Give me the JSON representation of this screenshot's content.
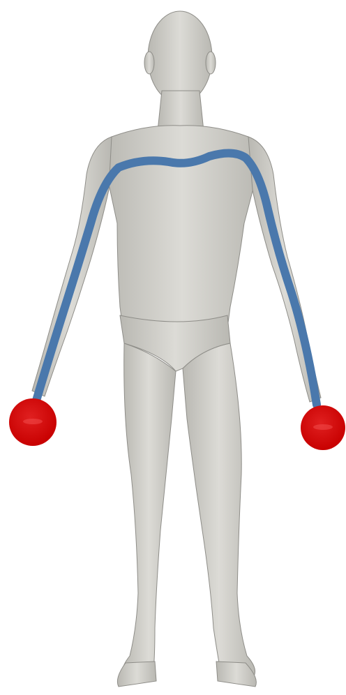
{
  "scene": {
    "subject": "body-scan-mesh",
    "colors": {
      "background": "#ffffff",
      "mesh_fill": "#dcdbd6",
      "mesh_shade": "#b9b8b2",
      "mesh_outline": "#8e8d88",
      "geodesic_path": "#4a78ac",
      "endpoint": "#c80000",
      "endpoint_highlight": "#e02020"
    },
    "markers": [
      {
        "name": "left-hand-endpoint"
      },
      {
        "name": "right-hand-endpoint"
      }
    ]
  }
}
